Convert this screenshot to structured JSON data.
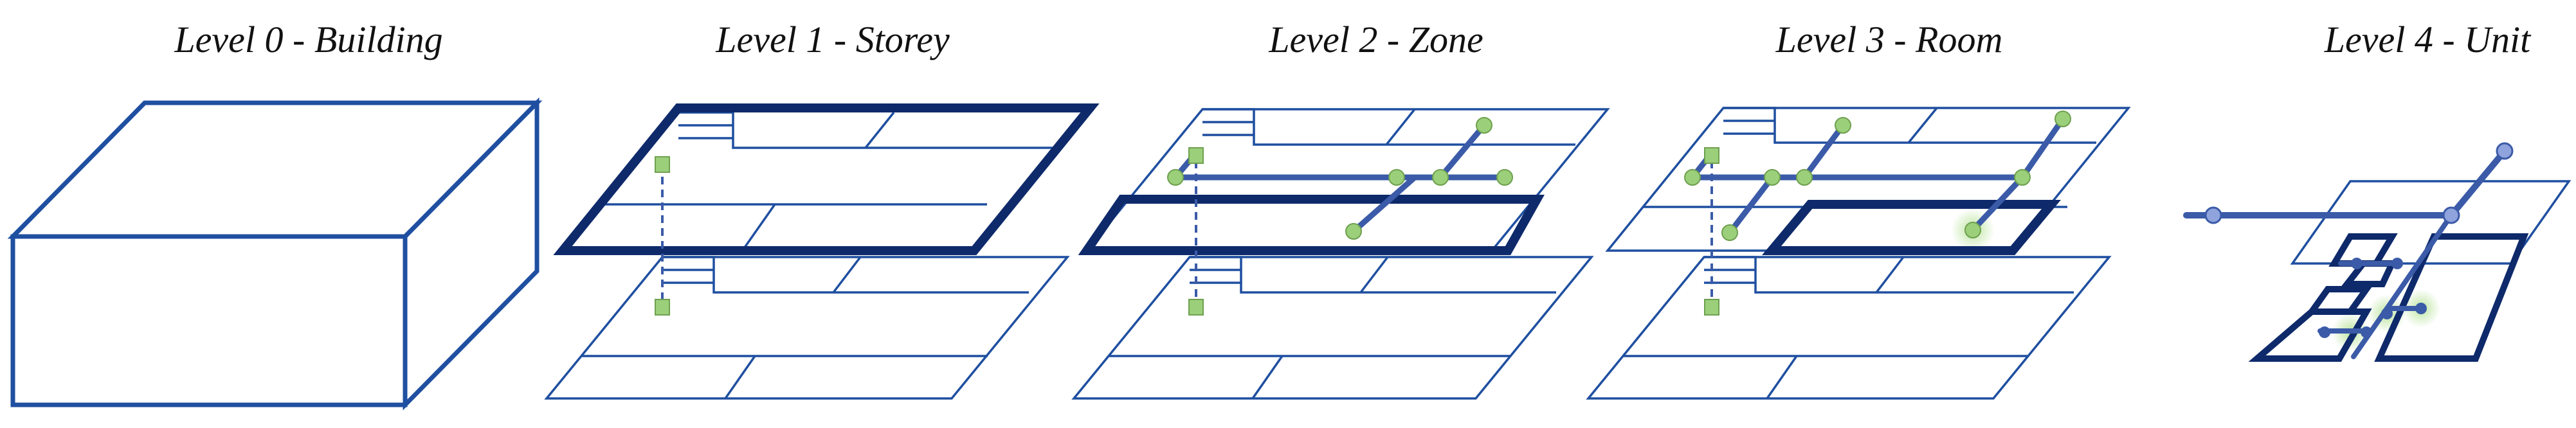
{
  "levels": [
    {
      "title": "Level 0 - Building"
    },
    {
      "title": "Level 1 - Storey"
    },
    {
      "title": "Level 2 - Zone"
    },
    {
      "title": "Level 3 - Room"
    },
    {
      "title": "Level 4 - Unit"
    }
  ],
  "colors": {
    "outline": "#1f4fa0",
    "highlight": "#0e2a6b",
    "graph_edge": "#3b5ba8",
    "graph_node": "#9ccf7a",
    "node_stroke": "#6ea04f",
    "node_glow": "#b9e39b",
    "blue_node": "#8fa3dc"
  }
}
